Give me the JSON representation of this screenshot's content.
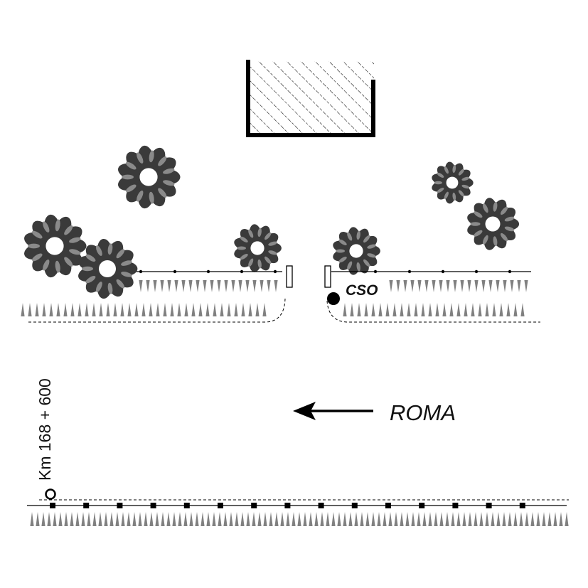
{
  "labels": {
    "cso": "CSO",
    "direction": "ROMA",
    "kilometre": "Km 168 + 600"
  },
  "icons": {
    "building": "hatched-building-icon",
    "tree": "tree-icon",
    "hedge": "hedge-spike-icon",
    "direction": "arrow-left-icon",
    "signal": "signal-dot-icon",
    "milestone": "milestone-circle-icon"
  },
  "colors": {
    "ink": "#000000",
    "tree_dark": "#3a3a3a",
    "tree_light": "#8a8a8a",
    "hedge": "#808080"
  }
}
